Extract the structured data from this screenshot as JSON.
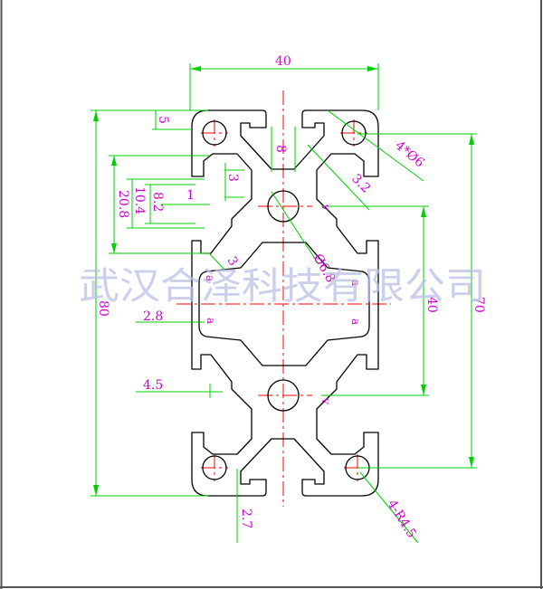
{
  "colors": {
    "dimension": "#00d000",
    "label": "#d000d0",
    "profile": "#000000",
    "centerline": "#ff0000",
    "watermark": "#b9bfe6",
    "border": "#555555"
  },
  "watermark": "武汉合泽科技有限公司",
  "dimensions": {
    "width_40": "40",
    "height_80": "80",
    "height_70": "70",
    "center_40": "40",
    "d5": "5",
    "d8_top": "8",
    "d3_upper": "3",
    "d1": "1",
    "d20_8": "20.8",
    "d10_4": "10.4",
    "d8_2": "8.2",
    "d3_2": "3.2",
    "hole_4x6": "4*Ø6",
    "hole_6_8": "Ø6.8",
    "d3_lower": "3",
    "d2_8": "2.8",
    "d4_5": "4.5",
    "d2_7": "2.7",
    "radius_4r45": "4-R4.5"
  },
  "marks": {
    "a1": "a",
    "a2": "a",
    "a3": "a",
    "a4": "a",
    "v1": "v",
    "v2": "v"
  }
}
